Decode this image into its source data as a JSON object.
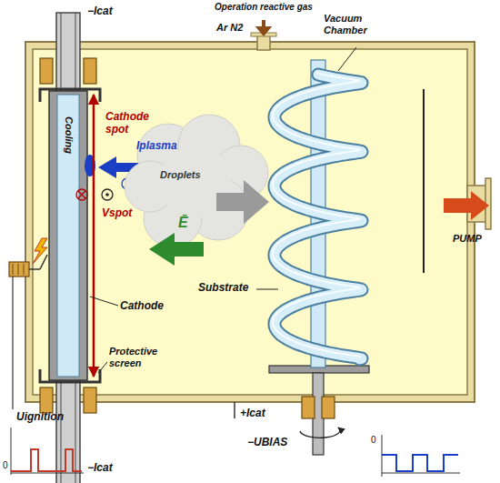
{
  "diagram": {
    "labels": [
      "−Icat",
      "Operation reactive gas",
      "Ar N2",
      "Vacuum Chamber",
      "Cathode spot",
      "Cooling",
      "Iplasma",
      "Droplets",
      "PUMP",
      "Vspot",
      "Ē",
      "Substrate",
      "Cathode",
      "Protective screen",
      "+Icat",
      "−Icat",
      "Uignition",
      "0",
      "−UBIAS",
      "0"
    ]
  }
}
